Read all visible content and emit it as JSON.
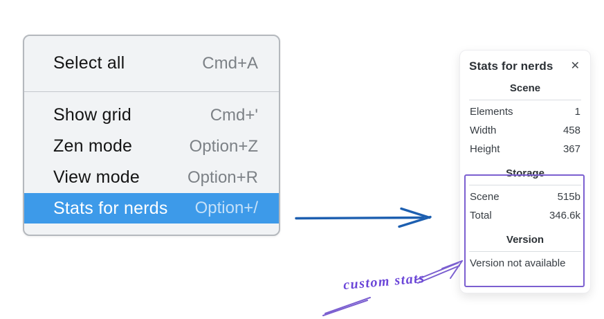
{
  "colors": {
    "menu-bg": "#f1f3f5",
    "menu-border": "#b4b8bd",
    "menu-text": "#141414",
    "shortcut-gray": "#7c8186",
    "highlight-blue": "#3d9ae9",
    "highlight-shortcut": "#c4e0f8",
    "panel-text": "#373d43",
    "panel-border": "#ededf0",
    "divider": "#d9dde1",
    "arrow-blue": "#1d5fb0",
    "annotation-purple": "#7b5fd0",
    "annotation-text-purple": "#6b46d8"
  },
  "context_menu": {
    "groups": [
      {
        "items": [
          {
            "label": "Select all",
            "shortcut": "Cmd+A"
          }
        ]
      },
      {
        "items": [
          {
            "label": "Show grid",
            "shortcut": "Cmd+'"
          },
          {
            "label": "Zen mode",
            "shortcut": "Option+Z"
          },
          {
            "label": "View mode",
            "shortcut": "Option+R"
          },
          {
            "label": "Stats for nerds",
            "shortcut": "Option+/",
            "selected": true
          }
        ]
      }
    ]
  },
  "stats_panel": {
    "title": "Stats for nerds",
    "close_icon": "✕",
    "sections": [
      {
        "heading": "Scene",
        "rows": [
          {
            "label": "Elements",
            "value": "1"
          },
          {
            "label": "Width",
            "value": "458"
          },
          {
            "label": "Height",
            "value": "367"
          }
        ]
      },
      {
        "heading": "Storage",
        "rows": [
          {
            "label": "Scene",
            "value": "515b"
          },
          {
            "label": "Total",
            "value": "346.6k"
          }
        ]
      },
      {
        "heading": "Version",
        "note": "Version not available"
      }
    ]
  },
  "annotations": {
    "custom_stats_label": "custom stats"
  }
}
